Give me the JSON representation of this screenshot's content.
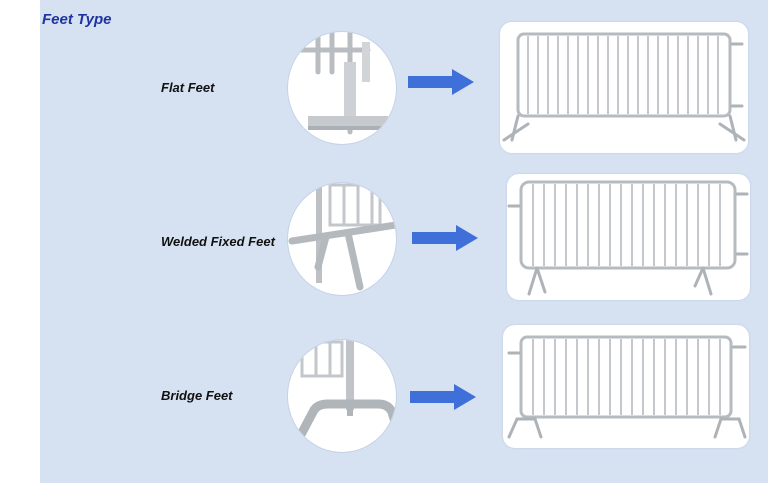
{
  "title": "Feet Type",
  "rows": [
    {
      "label": "Flat Feet"
    },
    {
      "label": "Welded Fixed Feet"
    },
    {
      "label": "Bridge Feet"
    }
  ],
  "colors": {
    "panel": "#d6e2f1",
    "title": "#1e33a0",
    "arrow": "#3f6fd8",
    "metal": "#c4c8cc"
  },
  "icons": [
    "arrow-right-icon"
  ]
}
